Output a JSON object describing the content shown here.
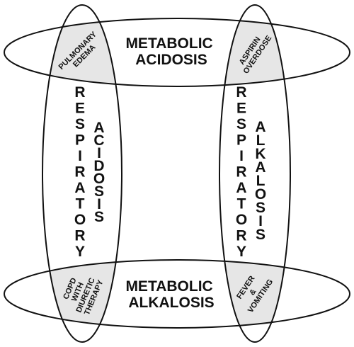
{
  "colors": {
    "stroke": "#111111",
    "overlap_fill": "#e6e6e6",
    "background": "#ffffff"
  },
  "regions": {
    "metabolic_acidosis": [
      "METABOLIC",
      "ACIDOSIS"
    ],
    "metabolic_alkalosis": [
      "METABOLIC",
      "ALKALOSIS"
    ],
    "respiratory_left": "RESPIRATORY",
    "acidosis_left": "ACIDOSIS",
    "respiratory_right": "RESPIRATORY",
    "alkalosis_right": "ALKALOSIS"
  },
  "overlaps": {
    "top_left": [
      "PULMONARY",
      "EDEMA"
    ],
    "top_right": [
      "ASPIRIN",
      "OVERDOSE"
    ],
    "bottom_left": [
      "COPD",
      "WITH",
      "DIURETIC",
      "THERAPY"
    ],
    "bottom_right": [
      "FEVER",
      "&",
      "VOMITING"
    ]
  }
}
